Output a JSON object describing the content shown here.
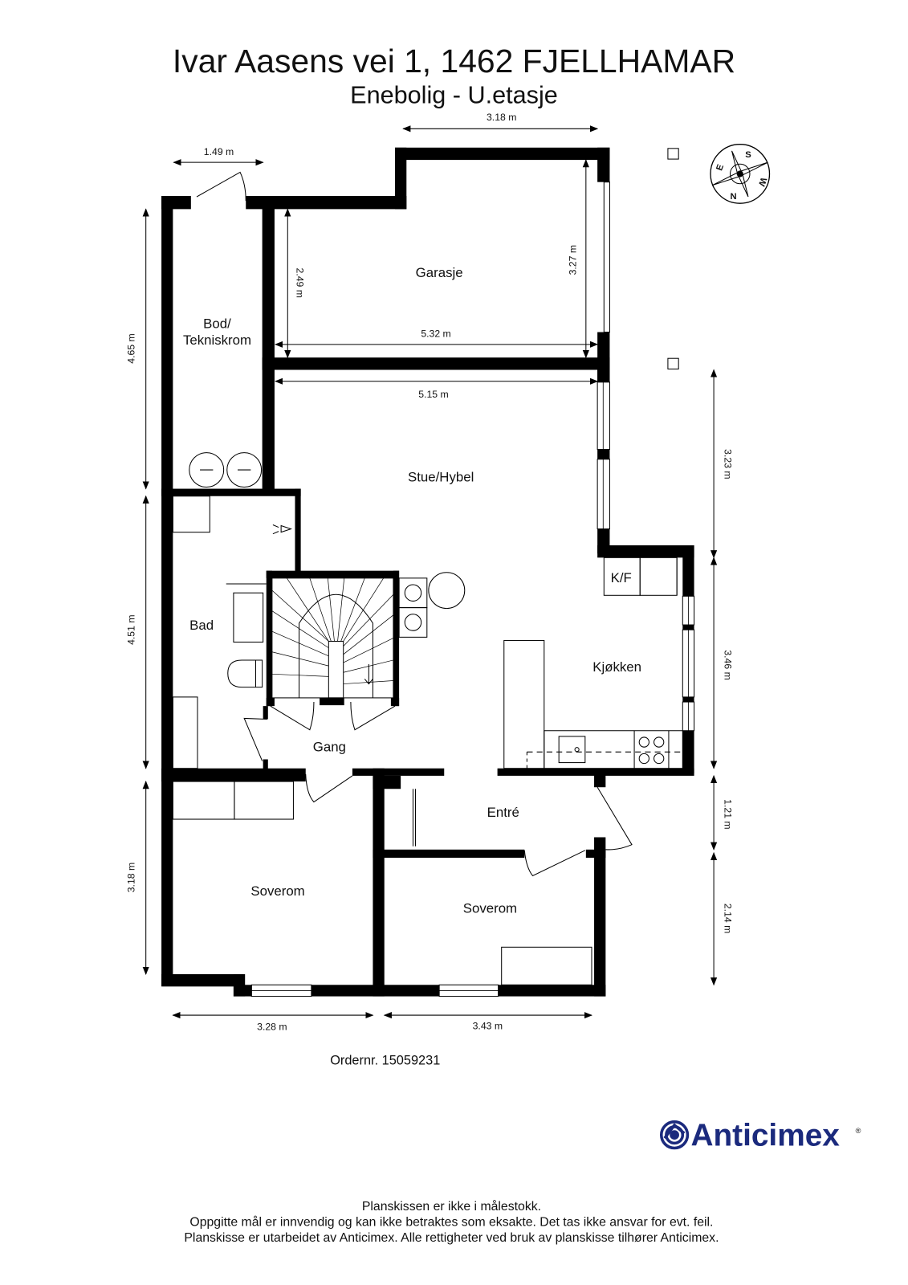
{
  "header": {
    "title": "Ivar Aasens vei 1, 1462 FJELLHAMAR",
    "subtitle": "Enebolig - U.etasje"
  },
  "rooms": {
    "garasje": "Garasje",
    "bod_line1": "Bod/",
    "bod_line2": "Tekniskrom",
    "stue": "Stue/Hybel",
    "bad": "Bad",
    "kf": "K/F",
    "kjokken": "Kjøkken",
    "gang": "Gang",
    "entre": "Entré",
    "soverom_left": "Soverom",
    "soverom_right": "Soverom"
  },
  "dimensions": {
    "top_garage_width": "3.18 m",
    "top_bod_width": "1.49 m",
    "garage_inner_height": "2.49 m",
    "garage_outer_height": "3.27 m",
    "garage_width": "5.32 m",
    "stue_width": "5.15 m",
    "left_upper": "4.65 m",
    "left_middle": "4.51 m",
    "left_lower": "3.18 m",
    "right_upper": "3.23 m",
    "right_kitchen": "3.46 m",
    "right_entre": "1.21 m",
    "right_lower": "2.14 m",
    "bottom_left": "3.28 m",
    "bottom_right": "3.43 m"
  },
  "compass": {
    "icon": "compass-rose-icon",
    "labels": {
      "n": "N",
      "s": "S",
      "e": "E",
      "w": "W"
    }
  },
  "order": "Ordernr. 15059231",
  "logo": {
    "text": "Anticimex",
    "reg": "®",
    "color": "#1b2a7d"
  },
  "footer": {
    "line1": "Planskissen er ikke i målestokk.",
    "line2": "Oppgitte mål er innvendig og kan ikke betraktes som eksakte. Det tas ikke ansvar for evt. feil.",
    "line3": "Planskisse er utarbeidet av Anticimex. Alle rettigheter ved bruk av planskisse tilhører Anticimex."
  }
}
